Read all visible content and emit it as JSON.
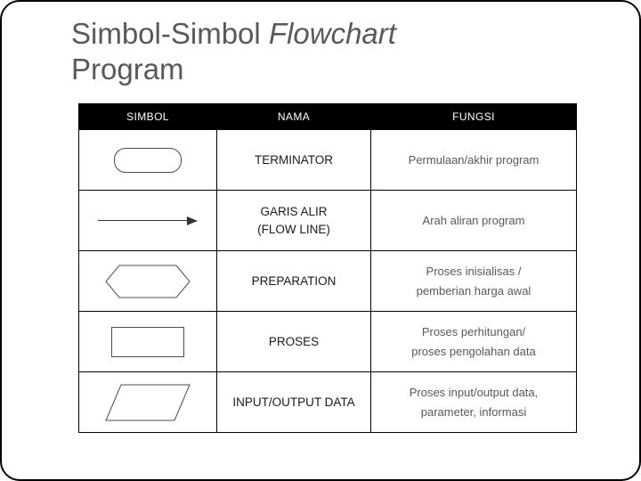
{
  "slide": {
    "title_part1": "Simbol-Simbol ",
    "title_italic": "Flowchart",
    "title_part2": "Program"
  },
  "table": {
    "headers": [
      "SIMBOL",
      "NAMA",
      "FUNGSI"
    ],
    "rows": [
      {
        "symbol_icon": "rounded-rectangle-terminator-shape",
        "nama_line1": "TERMINATOR",
        "nama_line2": "",
        "fungsi_line1": "Permulaan/akhir program",
        "fungsi_line2": ""
      },
      {
        "symbol_icon": "arrow-flow-line-shape",
        "nama_line1": "GARIS ALIR",
        "nama_line2": "(FLOW LINE)",
        "fungsi_line1": "Arah aliran program",
        "fungsi_line2": ""
      },
      {
        "symbol_icon": "hexagon-preparation-shape",
        "nama_line1": "PREPARATION",
        "nama_line2": "",
        "fungsi_line1": "Proses inisialisas /",
        "fungsi_line2": "pemberian harga awal"
      },
      {
        "symbol_icon": "rectangle-process-shape",
        "nama_line1": "PROSES",
        "nama_line2": "",
        "fungsi_line1": "Proses perhitungan/",
        "fungsi_line2": "proses pengolahan data"
      },
      {
        "symbol_icon": "parallelogram-input-output-shape",
        "nama_line1": "INPUT/OUTPUT DATA",
        "nama_line2": "",
        "fungsi_line1": "Proses input/output data,",
        "fungsi_line2": "parameter, informasi"
      }
    ]
  },
  "colors": {
    "title": "#595959",
    "header_bg": "#000000",
    "header_text": "#ffffff",
    "body_text": "#595959",
    "shape_stroke": "#4d4d4d"
  }
}
